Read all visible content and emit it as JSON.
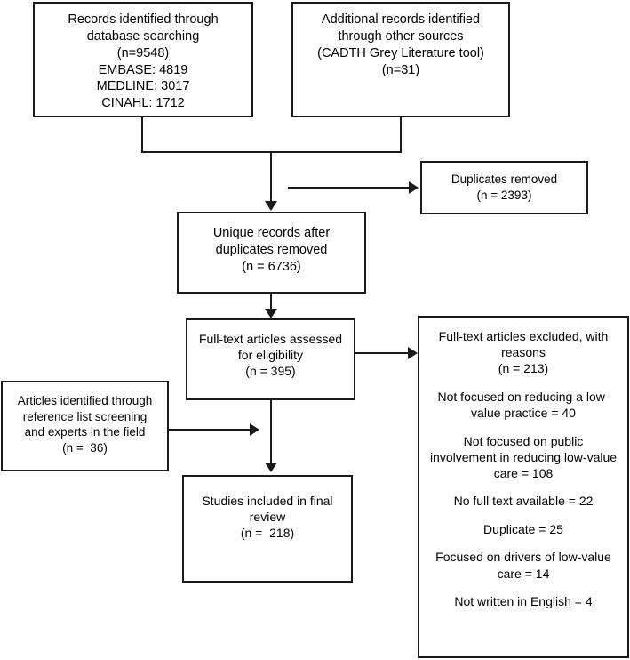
{
  "diagram": {
    "title": "PRISMA study selection flow diagram",
    "stroke_color": "#1a1a1a",
    "background_color": "#ffffff"
  },
  "boxes": {
    "database_search": {
      "lines": [
        "Records identified through",
        "database searching",
        "(n=9548)",
        "EMBASE: 4819",
        "MEDLINE: 3017",
        "CINAHL: 1712"
      ]
    },
    "other_sources": {
      "lines": [
        "Additional records identified",
        "through other sources",
        "(CADTH Grey Literature tool)",
        "(n=31)"
      ]
    },
    "duplicates_removed": {
      "lines": [
        "Duplicates removed",
        "(n = 2393)"
      ]
    },
    "unique_records": {
      "lines": [
        "Unique records after",
        "duplicates removed",
        "(n = 6736)"
      ]
    },
    "fulltext_assessed": {
      "lines": [
        "Full-text articles assessed",
        "for eligibility",
        "(n = 395)"
      ]
    },
    "reference_list": {
      "lines": [
        "Articles identified through",
        "reference list screening",
        "and experts in the field",
        "(n =  36)"
      ]
    },
    "studies_included": {
      "lines": [
        "Studies included in final",
        "review",
        "(n =  218)"
      ]
    },
    "fulltext_excluded": {
      "heading": [
        "Full-text articles excluded, with",
        "reasons",
        "(n = 213)"
      ],
      "reasons": [
        [
          "Not focused on reducing a low-",
          "value practice = 40"
        ],
        [
          "Not focused on public",
          "involvement in reducing low-value",
          "care = 108"
        ],
        [
          "No full text available = 22"
        ],
        [
          "Duplicate = 25"
        ],
        [
          "Focused on drivers of low-value",
          "care = 14"
        ],
        [
          "Not written in English = 4"
        ]
      ]
    }
  }
}
